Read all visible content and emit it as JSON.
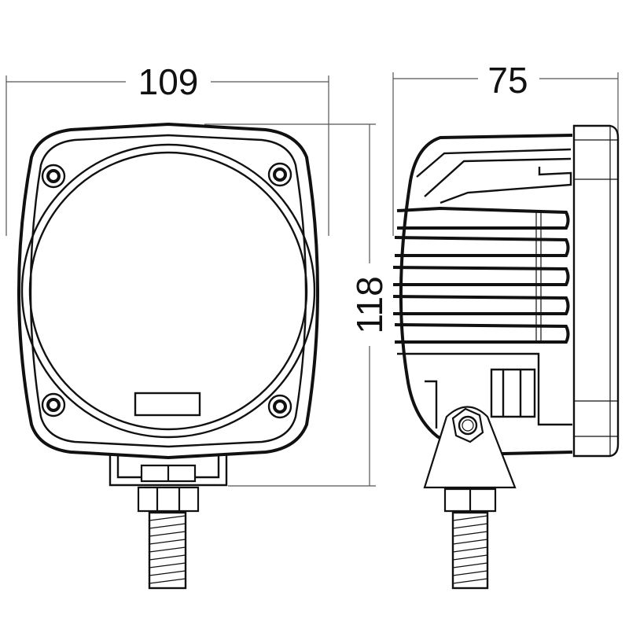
{
  "dimensions": {
    "width": "109",
    "depth": "75",
    "height": "118"
  },
  "colors": {
    "line": "#111111",
    "background": "#ffffff"
  }
}
